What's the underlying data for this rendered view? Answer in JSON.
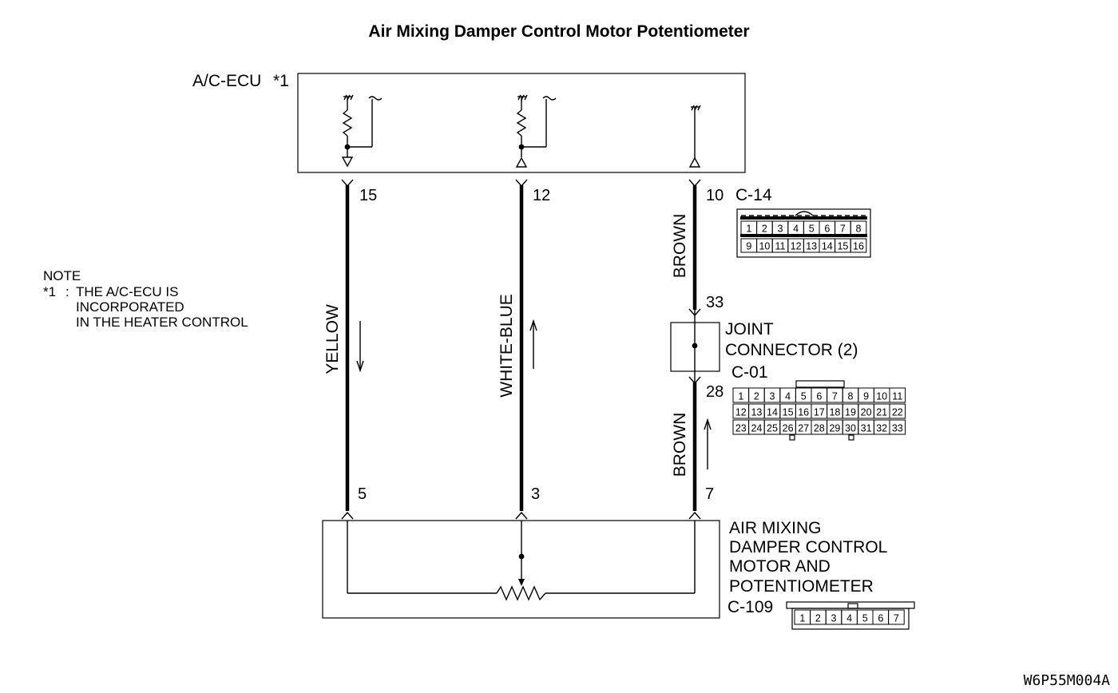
{
  "title": "Air Mixing Damper Control Motor Potentiometer",
  "ecu": {
    "label": "A/C-ECU",
    "mark": "*1"
  },
  "note": {
    "heading": "NOTE",
    "ref": "*1",
    "lines": [
      "THE A/C-ECU IS",
      "INCORPORATED",
      "IN THE HEATER CONTROL"
    ]
  },
  "wires": [
    {
      "id": "yellow",
      "color_name": "YELLOW",
      "top_pin": "15",
      "bottom_pin": "5",
      "signal": "down"
    },
    {
      "id": "white-blue",
      "color_name": "WHITE-BLUE",
      "top_pin": "12",
      "bottom_pin": "3",
      "signal": "up"
    },
    {
      "id": "brown",
      "color_name_upper": "BROWN",
      "color_name_lower": "BROWN",
      "top_pin": "10",
      "joint_pin_top": "33",
      "joint_pin_bottom": "28",
      "bottom_pin": "7",
      "signal": "up"
    }
  ],
  "connectors": {
    "c14": {
      "code": "C-14",
      "rows": [
        [
          "1",
          "2",
          "3",
          "4",
          "5",
          "6",
          "7",
          "8"
        ],
        [
          "9",
          "10",
          "11",
          "12",
          "13",
          "14",
          "15",
          "16"
        ]
      ]
    },
    "c01": {
      "code": "C-01",
      "rows": [
        [
          "1",
          "2",
          "3",
          "4",
          "5",
          "6",
          "7",
          "8",
          "9",
          "10",
          "11"
        ],
        [
          "12",
          "13",
          "14",
          "15",
          "16",
          "17",
          "18",
          "19",
          "20",
          "21",
          "22"
        ],
        [
          "23",
          "24",
          "25",
          "26",
          "27",
          "28",
          "29",
          "30",
          "31",
          "32",
          "33"
        ]
      ]
    },
    "c109": {
      "code": "C-109",
      "rows": [
        [
          "1",
          "2",
          "3",
          "4",
          "5",
          "6",
          "7"
        ]
      ]
    }
  },
  "joint": {
    "lines": [
      "JOINT",
      "CONNECTOR (2)"
    ]
  },
  "component": {
    "lines": [
      "AIR MIXING",
      "DAMPER CONTROL",
      "MOTOR AND",
      "POTENTIOMETER"
    ]
  },
  "diagram_code": "W6P55M004A"
}
